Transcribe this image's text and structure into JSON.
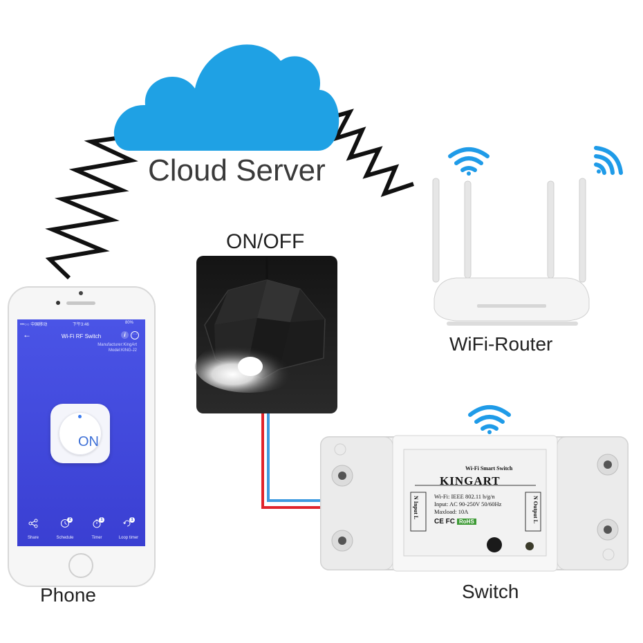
{
  "labels": {
    "cloud": "Cloud Server",
    "lamp": "ON/OFF",
    "router": "WiFi-Router",
    "phone": "Phone",
    "switch": "Switch"
  },
  "phone_app": {
    "carrier": "•••○○ 中国移动",
    "time": "下午3:46",
    "battery": "80%",
    "title": "Wi-Fi RF Switch",
    "manufacturer": "Manufacturer:KingArt",
    "model": "Model:KING-J2",
    "power_state": "ON",
    "toolbar": [
      {
        "label": "Share",
        "badge": ""
      },
      {
        "label": "Schedule",
        "badge": "2"
      },
      {
        "label": "Timer",
        "badge": "1"
      },
      {
        "label": "Loop timer",
        "badge": "1"
      }
    ]
  },
  "switch_device": {
    "title": "Wi-Fi Smart Switch",
    "brand": "KINGART",
    "spec_wifi": "Wi-Fi: IEEE 802.11 b/g/n",
    "spec_input": "Input: AC 90-250V 50/60Hz",
    "spec_load": "Maxload: 10A",
    "certs": "CE FC",
    "rohs": "RoHS",
    "input_side": "N Input L",
    "output_side": "N Output L"
  },
  "colors": {
    "cloud": "#1fa1e4",
    "wifi": "#1f9be8",
    "wire_live": "#e0242c",
    "wire_neutral": "#3f9be0",
    "phone_screen": "#3e4fe0"
  }
}
